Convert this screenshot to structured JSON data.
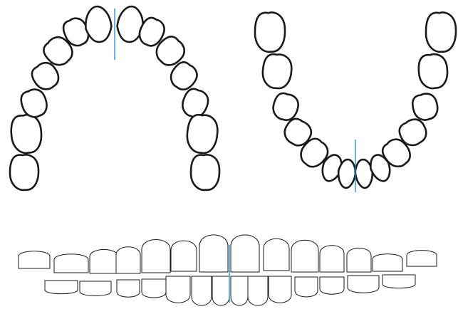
{
  "figure": {
    "panels": [
      "upper-arch-occlusal-view",
      "lower-arch-occlusal-view",
      "frontal-view-occlusion"
    ],
    "midline_color": "#1e88c8",
    "outline_color": "#1a1a1a",
    "background_color": "#ffffff"
  }
}
